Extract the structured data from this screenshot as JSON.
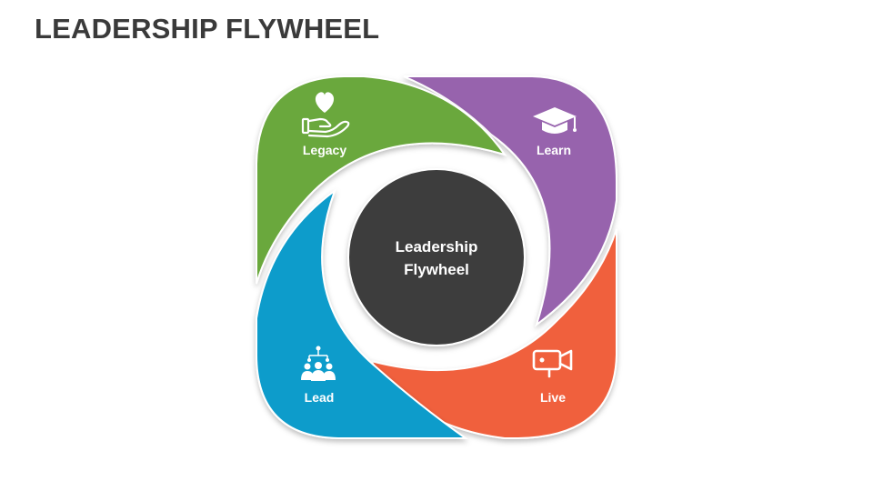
{
  "title": "LEADERSHIP FLYWHEEL",
  "center": {
    "line1": "Leadership",
    "line2": "Flywheel",
    "color": "#3d3d3d"
  },
  "segments": {
    "legacy": {
      "label": "Legacy",
      "color": "#6aa83d",
      "icon": "heart-hand-icon"
    },
    "learn": {
      "label": "Learn",
      "color": "#9764ad",
      "icon": "graduation-cap-icon"
    },
    "live": {
      "label": "Live",
      "color": "#f0613d",
      "icon": "video-camera-icon"
    },
    "lead": {
      "label": "Lead",
      "color": "#0a9ccb",
      "icon": "team-network-icon"
    }
  }
}
